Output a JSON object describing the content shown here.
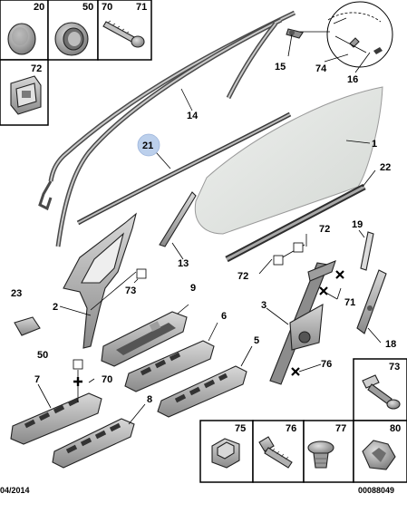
{
  "diagram": {
    "top_boxes": [
      "20",
      "50",
      "70",
      "71",
      "72"
    ],
    "callouts": [
      "1",
      "2",
      "3",
      "5",
      "6",
      "7",
      "8",
      "9",
      "13",
      "14",
      "15",
      "16",
      "18",
      "19",
      "21",
      "22",
      "23",
      "50",
      "70",
      "71",
      "72",
      "72",
      "73",
      "74",
      "76"
    ],
    "fastener_boxes": [
      "73",
      "75",
      "76",
      "77",
      "80"
    ],
    "highlight_color": "#bcd0ec",
    "glass_color": "#e2e5e2",
    "part_gray": "#b8b8b8",
    "dark_gray": "#6e6e6e"
  },
  "footer": {
    "date": "04/2014",
    "ref": "00088049"
  }
}
